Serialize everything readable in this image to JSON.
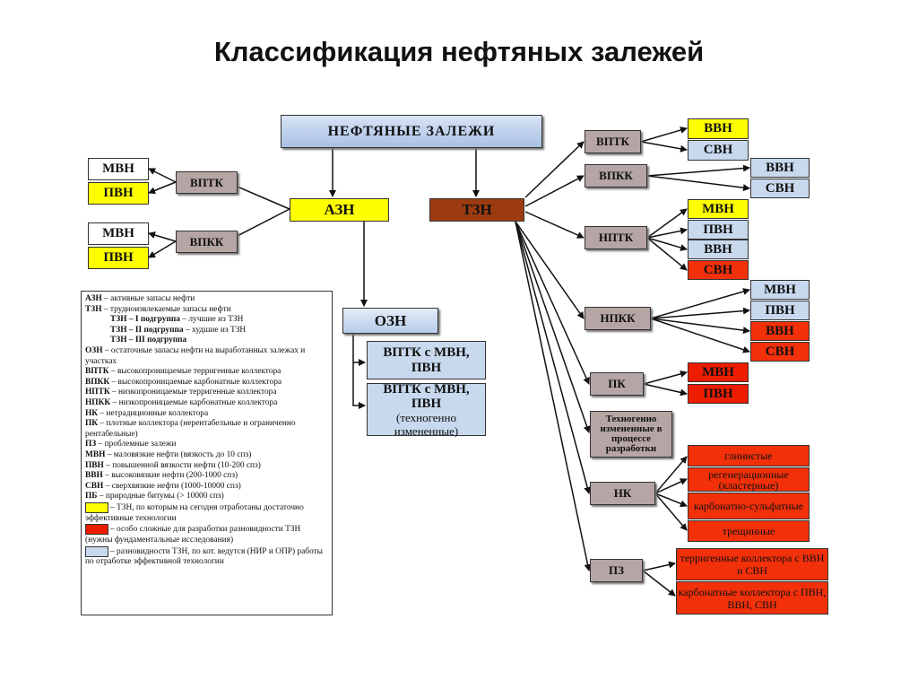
{
  "title": "Классификация нефтяных залежей",
  "nodes": {
    "root": "НЕФТЯНЫЕ ЗАЛЕЖИ",
    "azn": "АЗН",
    "tzn": "ТЗН",
    "ozn": "ОЗН",
    "ozn_sub1": "ВПТК с МВН, ПВН",
    "ozn_sub2_main": "ВПТК с МВН, ПВН",
    "ozn_sub2_note": "(техногенно измененные)",
    "azn_vptk": "ВПТК",
    "azn_vpkk": "ВПКК",
    "azn_vptk_mvn": "МВН",
    "azn_vptk_pvn": "ПВН",
    "azn_vpkk_mvn": "МВН",
    "azn_vpkk_pvn": "ПВН",
    "tzn_vptk": "ВПТК",
    "tzn_vptk_vvn": "ВВН",
    "tzn_vptk_svn": "СВН",
    "tzn_vpkk": "ВПКК",
    "tzn_vpkk_vvn": "ВВН",
    "tzn_vpkk_svn": "СВН",
    "tzn_nptk": "НПТК",
    "tzn_nptk_mvn": "МВН",
    "tzn_nptk_pvn": "ПВН",
    "tzn_nptk_vvn": "ВВН",
    "tzn_nptk_svn": "СВН",
    "tzn_npkk": "НПКК",
    "tzn_npkk_mvn": "МВН",
    "tzn_npkk_pvn": "ПВН",
    "tzn_npkk_vvn": "ВВН",
    "tzn_npkk_svn": "СВН",
    "tzn_pk": "ПК",
    "tzn_pk_mvn": "МВН",
    "tzn_pk_pvn": "ПВН",
    "tzn_tech": "Техногенно измененные в процессе разработки",
    "tzn_nk": "НК",
    "nk_1": "глинистые",
    "nk_2": "регенерационные (кластерные)",
    "nk_3": "карбонатно-сульфатные",
    "nk_4": "трещинные",
    "tzn_pz": "ПЗ",
    "pz_1": "терригенные коллектора с ВВН и СВН",
    "pz_2": "карбонатные коллектора с ПВН, ВВН, СВН"
  },
  "legend": {
    "l1_term": "АЗН",
    "l1_text": " – активные запасы нефти",
    "l2_term": "ТЗН",
    "l2_text": " – трудноизвлекаемые запасы нефти",
    "l3_term": "ТЗН – I подгруппа",
    "l3_text": " – лучшие из ТЗН",
    "l4_term": "ТЗН – II подгруппа",
    "l4_text": " – худшие из ТЗН",
    "l5_term": "ТЗН – III подгруппа",
    "l6_term": "ОЗН",
    "l6_text": " – остаточные запасы нефти на выработанных залежах и участках",
    "l7_term": "ВПТК",
    "l7_text": " – высокопроницаемые терригенные коллектора",
    "l8_term": "ВПКК",
    "l8_text": " – высокопроницаемые карбонатные коллектора",
    "l9_term": "НПТК",
    "l9_text": " – низкопроницаемые терригенные коллектора",
    "l10_term": "НПКК",
    "l10_text": " – низкопроницаемые карбонатные коллектора",
    "l11_term": "НК",
    "l11_text": " – нетрадиционные коллектора",
    "l12_term": "ПК",
    "l12_text": " – плотные коллектора (нерентабельные и ограниченно рентабельные)",
    "l13_term": "ПЗ",
    "l13_text": " – проблемные залежи",
    "l14_term": "МВН",
    "l14_text": " – маловязкие нефти (вязкость до 10 спз)",
    "l15_term": "ПВН",
    "l15_text": " – повышенной вязкости нефти (10-200 спз)",
    "l16_term": "ВВН",
    "l16_text": " – высоковязкие нефти (200-1000 спз)",
    "l17_term": "СВН",
    "l17_text": " – сверхвязкие нефти (1000-10000 спз)",
    "l18_term": "ПБ",
    "l18_text": " – природные битумы (> 10000 спз)",
    "yellow_text": "– ТЗН, по которым на сегодня отработаны достаточно эффективные технологии",
    "red_text": "– особо сложные для разработки разновидности ТЗН (нужны фундаментальные исследования)",
    "blue_text": "– разновидности ТЗН, по кот. ведутся (НИР и ОПР) работы по отработке эффективной технологии"
  },
  "colors": {
    "yellow": "#ffff00",
    "red": "#ee1c00",
    "blue": "#c8d9ee",
    "gray": "#b5a5a4",
    "brown": "#9d3b10"
  }
}
